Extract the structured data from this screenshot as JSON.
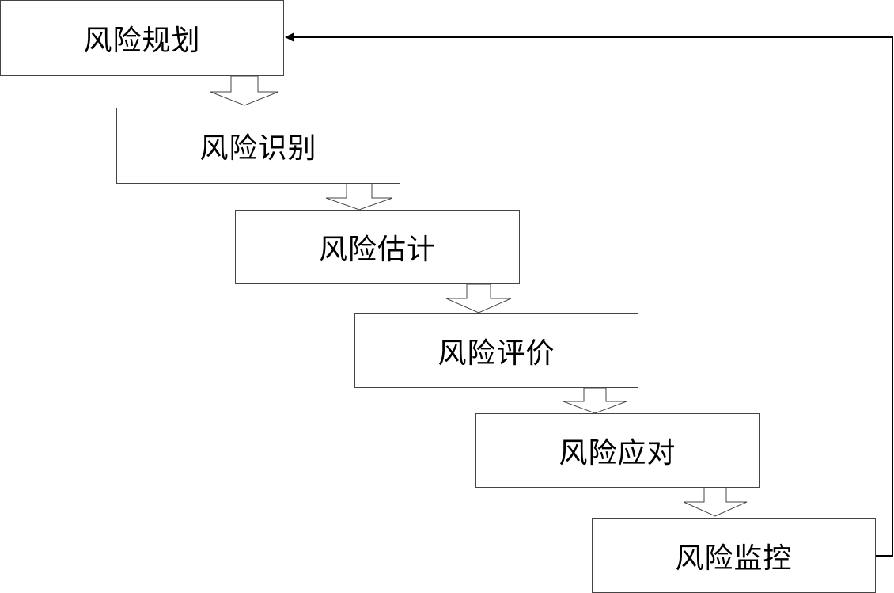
{
  "steps": [
    "风险规划",
    "风险识别",
    "风险估计",
    "风险评价",
    "风险应对",
    "风险监控"
  ]
}
